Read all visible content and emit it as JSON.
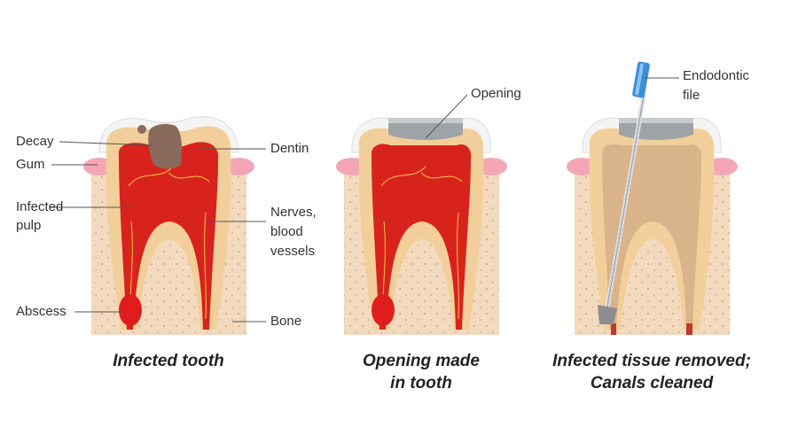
{
  "panels": [
    {
      "caption_lines": [
        "Infected tooth"
      ]
    },
    {
      "caption_lines": [
        "Opening made",
        "in tooth"
      ]
    },
    {
      "caption_lines": [
        "Infected tissue removed;",
        "Canals cleaned"
      ]
    }
  ],
  "labels": {
    "decay": "Decay",
    "gum": "Gum",
    "infected_pulp_1": "Infected",
    "infected_pulp_2": "pulp",
    "abscess": "Abscess",
    "dentin": "Dentin",
    "nerves_1": "Nerves,",
    "nerves_2": "blood",
    "nerves_3": "vessels",
    "bone": "Bone",
    "opening": "Opening",
    "endo_1": "Endodontic",
    "endo_2": "file"
  },
  "colors": {
    "bone": "#f3d9bd",
    "gum": "#f4a6b6",
    "dentin": "#f2cf9a",
    "pulp": "#d8231c",
    "filling": "#9ea3a8",
    "file_handle": "#3a8fd8"
  }
}
